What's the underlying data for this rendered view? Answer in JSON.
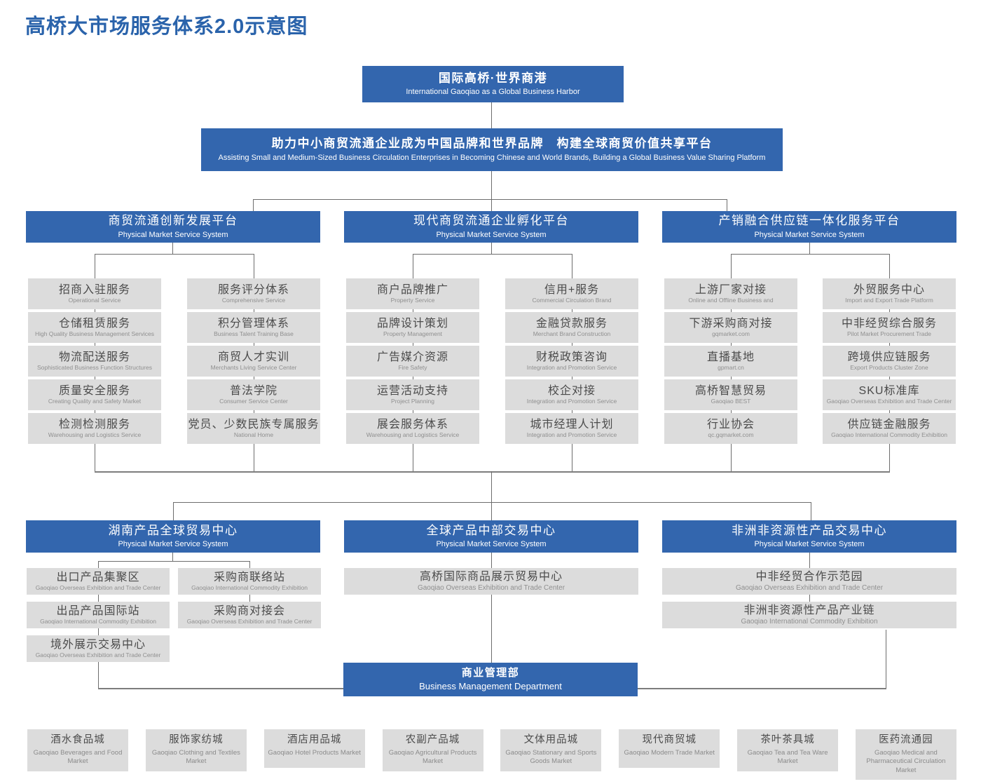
{
  "title": "高桥大市场服务体系2.0示意图",
  "colors": {
    "brand_blue": "#3366AE",
    "box_gray": "#DCDCDC",
    "title_blue": "#2A63AB"
  },
  "root_box": {
    "zh": "国际高桥·世界商港",
    "en": "International Gaoqiao as a Global Business Harbor"
  },
  "mission_box": {
    "zh": "助力中小商贸流通企业成为中国品牌和世界品牌　构建全球商贸价值共享平台",
    "en": "Assisting Small and Medium-Sized Business Circulation Enterprises in Becoming Chinese and World Brands, Building a Global Business Value Sharing Platform"
  },
  "platforms": [
    {
      "header": {
        "zh": "商贸流通创新发展平台",
        "en": "Physical Market Service System"
      },
      "col_a": [
        {
          "zh": "招商入驻服务",
          "en": "Operational Service"
        },
        {
          "zh": "仓储租赁服务",
          "en": "High Quality Business Management Services"
        },
        {
          "zh": "物流配送服务",
          "en": "Sophisticated Business Function Structures"
        },
        {
          "zh": "质量安全服务",
          "en": "Creating Quality and Safety Market"
        },
        {
          "zh": "检测检测服务",
          "en": "Warehousing and Logistics Service"
        }
      ],
      "col_b": [
        {
          "zh": "服务评分体系",
          "en": "Comprehensive Service"
        },
        {
          "zh": "积分管理体系",
          "en": "Business Talent Training Base"
        },
        {
          "zh": "商贸人才实训",
          "en": "Merchants Living Service Center"
        },
        {
          "zh": "普法学院",
          "en": "Consumer Service Center"
        },
        {
          "zh": "党员、少数民族专属服务",
          "en": "National Home"
        }
      ]
    },
    {
      "header": {
        "zh": "现代商贸流通企业孵化平台",
        "en": "Physical Market Service System"
      },
      "col_a": [
        {
          "zh": "商户品牌推广",
          "en": "Property Service"
        },
        {
          "zh": "品牌设计策划",
          "en": "Property Management"
        },
        {
          "zh": "广告媒介资源",
          "en": "Fire Safety"
        },
        {
          "zh": "运营活动支持",
          "en": "Project Planning"
        },
        {
          "zh": "展会服务体系",
          "en": "Warehousing and Logistics Service"
        }
      ],
      "col_b": [
        {
          "zh": "信用+服务",
          "en": "Commercial Circulation Brand"
        },
        {
          "zh": "金融贷款服务",
          "en": "Merchant Brand Construction"
        },
        {
          "zh": "财税政策咨询",
          "en": "Integration and Promotion Service"
        },
        {
          "zh": "校企对接",
          "en": "Integration and Promotion Service"
        },
        {
          "zh": "城市经理人计划",
          "en": "Integration and Promotion Service"
        }
      ]
    },
    {
      "header": {
        "zh": "产销融合供应链一体化服务平台",
        "en": "Physical Market Service System"
      },
      "col_a": [
        {
          "zh": "上游厂家对接",
          "en": "Online and Offline Business and"
        },
        {
          "zh": "下游采购商对接",
          "en": "gqmarket.com"
        },
        {
          "zh": "直播基地",
          "en": "gpmart.cn"
        },
        {
          "zh": "高桥智慧贸易",
          "en": "Gaoqiao BEST"
        },
        {
          "zh": "行业协会",
          "en": "qc.gqmarket.com"
        }
      ],
      "col_b": [
        {
          "zh": "外贸服务中心",
          "en": "Import and Export Trade Platform"
        },
        {
          "zh": "中非经贸综合服务",
          "en": "Pilot Market Procurement Trade"
        },
        {
          "zh": "跨境供应链服务",
          "en": "Export Products Cluster Zone"
        },
        {
          "zh": "SKU标准库",
          "en": "Gaoqiao Overseas Exhibition and Trade Center"
        },
        {
          "zh": "供应链金融服务",
          "en": "Gaoqiao International Commodity Exhibition"
        }
      ]
    }
  ],
  "centers": [
    {
      "header": {
        "zh": "湖南产品全球贸易中心",
        "en": "Physical Market Service System"
      },
      "col_a": [
        {
          "zh": "出口产品集聚区",
          "en": "Gaoqiao Overseas Exhibition and Trade Center"
        },
        {
          "zh": "出品产品国际站",
          "en": "Gaoqiao International Commodity Exhibition"
        },
        {
          "zh": "境外展示交易中心",
          "en": "Gaoqiao Overseas Exhibition and Trade Center"
        }
      ],
      "col_b": [
        {
          "zh": "采购商联络站",
          "en": "Gaoqiao International Commodity Exhibition"
        },
        {
          "zh": "采购商对接会",
          "en": "Gaoqiao Overseas Exhibition and Trade Center"
        }
      ]
    },
    {
      "header": {
        "zh": "全球产品中部交易中心",
        "en": "Physical Market Service System"
      },
      "wide": [
        {
          "zh": "高桥国际商品展示贸易中心",
          "en": "Gaoqiao Overseas Exhibition and Trade Center"
        }
      ]
    },
    {
      "header": {
        "zh": "非洲非资源性产品交易中心",
        "en": "Physical Market Service System"
      },
      "wide": [
        {
          "zh": "中非经贸合作示范园",
          "en": "Gaoqiao Overseas Exhibition and Trade Center"
        },
        {
          "zh": "非洲非资源性产品产业链",
          "en": "Gaoqiao International Commodity Exhibition"
        }
      ]
    }
  ],
  "management_box": {
    "zh": "商业管理部",
    "en": "Business Management Department"
  },
  "markets": [
    {
      "zh": "酒水食品城",
      "en": "Gaoqiao Beverages and Food Market"
    },
    {
      "zh": "服饰家纺城",
      "en": "Gaoqiao Clothing and Textiles Market"
    },
    {
      "zh": "酒店用品城",
      "en": "Gaoqiao Hotel Products Market"
    },
    {
      "zh": "农副产品城",
      "en": "Gaoqiao Agricultural Products Market"
    },
    {
      "zh": "文体用品城",
      "en": "Gaoqiao Stationary and Sports Goods Market"
    },
    {
      "zh": "现代商贸城",
      "en": "Gaoqiao Modern Trade Market"
    },
    {
      "zh": "茶叶茶具城",
      "en": "Gaoqiao Tea and Tea Ware Market"
    },
    {
      "zh": "医药流通园",
      "en": "Gaoqiao Medical and Pharmaceutical Circulation Market"
    }
  ]
}
